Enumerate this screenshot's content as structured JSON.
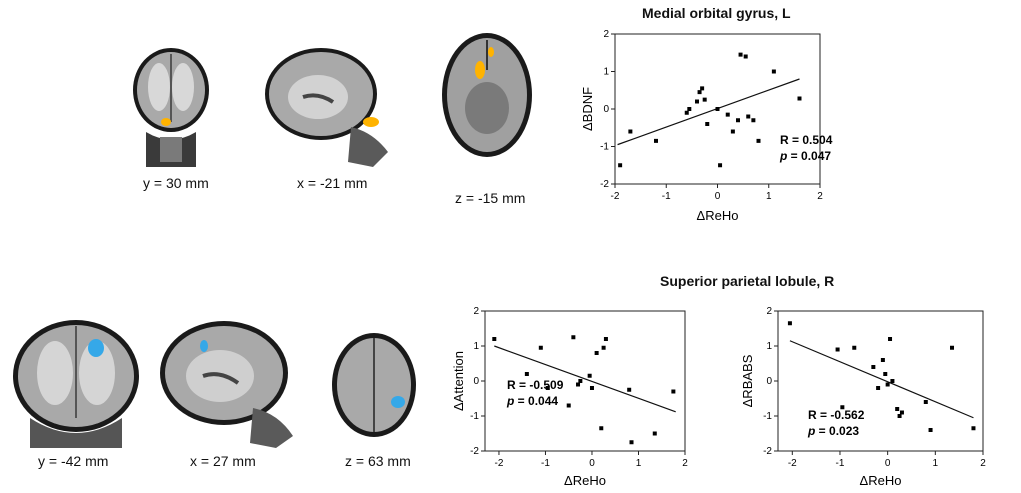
{
  "top": {
    "slice_labels": [
      "y = 30 mm",
      "x = -21 mm",
      "z = -15 mm"
    ],
    "blob_color": "#ffb300"
  },
  "bottom": {
    "slice_labels": [
      "y = -42 mm",
      "x = 27 mm",
      "z = 63 mm"
    ],
    "blob_color": "#35a8e8",
    "region_title": "Superior parietal lobule, R"
  },
  "chart_data": [
    {
      "type": "scatter",
      "title": "Medial orbital gyrus,  L",
      "xlabel": "ΔReHo",
      "ylabel": "ΔBDNF",
      "xlim": [
        -2,
        2
      ],
      "ylim": [
        -2,
        2
      ],
      "xticks": [
        -2,
        -1,
        0,
        1,
        2
      ],
      "yticks": [
        -2,
        -1,
        0,
        1,
        2
      ],
      "stats": {
        "r": "R = 0.504",
        "p_prefix": "p",
        "p_value": " = 0.047"
      },
      "x": [
        -1.9,
        -1.7,
        -1.2,
        -0.6,
        -0.55,
        -0.4,
        -0.35,
        -0.3,
        -0.25,
        -0.2,
        0.0,
        0.05,
        0.2,
        0.3,
        0.4,
        0.45,
        0.55,
        0.6,
        0.7,
        0.8,
        1.1,
        1.6
      ],
      "y": [
        -1.5,
        -0.6,
        -0.85,
        -0.1,
        0.0,
        0.2,
        0.45,
        0.55,
        0.25,
        -0.4,
        0.0,
        -1.5,
        -0.15,
        -0.6,
        -0.3,
        1.45,
        1.4,
        -0.2,
        -0.3,
        -0.85,
        1.0,
        0.28
      ],
      "fit": {
        "x": [
          -1.95,
          1.6
        ],
        "y": [
          -0.95,
          0.8
        ]
      }
    },
    {
      "type": "scatter",
      "title": "",
      "xlabel": "ΔReHo",
      "ylabel": "ΔAttention",
      "xlim": [
        -2.3,
        2
      ],
      "ylim": [
        -2,
        2
      ],
      "xticks": [
        -2,
        -1,
        0,
        1,
        2
      ],
      "yticks": [
        -2,
        -1,
        0,
        1,
        2
      ],
      "stats": {
        "r": "R = -0.509",
        "p_prefix": "p",
        "p_value": " = 0.044"
      },
      "x": [
        -2.1,
        -1.4,
        -1.1,
        -0.95,
        -0.5,
        -0.4,
        -0.3,
        -0.25,
        -0.05,
        0.0,
        0.1,
        0.2,
        0.25,
        0.3,
        0.8,
        0.85,
        1.35,
        1.75
      ],
      "y": [
        1.2,
        0.2,
        0.95,
        -0.2,
        -0.7,
        1.25,
        -0.1,
        0.0,
        0.15,
        -0.2,
        0.8,
        -1.35,
        0.95,
        1.2,
        -0.25,
        -1.75,
        -1.5,
        -0.3
      ],
      "fit": {
        "x": [
          -2.1,
          1.8
        ],
        "y": [
          1.0,
          -0.88
        ]
      }
    },
    {
      "type": "scatter",
      "title": "",
      "xlabel": "ΔReHo",
      "ylabel": "ΔRBABS",
      "xlim": [
        -2.3,
        2
      ],
      "ylim": [
        -2,
        2
      ],
      "xticks": [
        -2,
        -1,
        0,
        1,
        2
      ],
      "yticks": [
        -2,
        -1,
        0,
        1,
        2
      ],
      "stats": {
        "r": "R = -0.562",
        "p_prefix": "p",
        "p_value": " = 0.023"
      },
      "x": [
        -2.05,
        -1.05,
        -0.95,
        -0.7,
        -0.3,
        -0.2,
        -0.1,
        -0.05,
        0.0,
        0.05,
        0.1,
        0.2,
        0.25,
        0.3,
        0.8,
        0.9,
        1.35,
        1.8
      ],
      "y": [
        1.65,
        0.9,
        -0.75,
        0.95,
        0.4,
        -0.2,
        0.6,
        0.2,
        -0.1,
        1.2,
        0.0,
        -0.8,
        -1.0,
        -0.9,
        -0.6,
        -1.4,
        0.95,
        -1.35
      ],
      "fit": {
        "x": [
          -2.05,
          1.8
        ],
        "y": [
          1.15,
          -1.05
        ]
      }
    }
  ]
}
